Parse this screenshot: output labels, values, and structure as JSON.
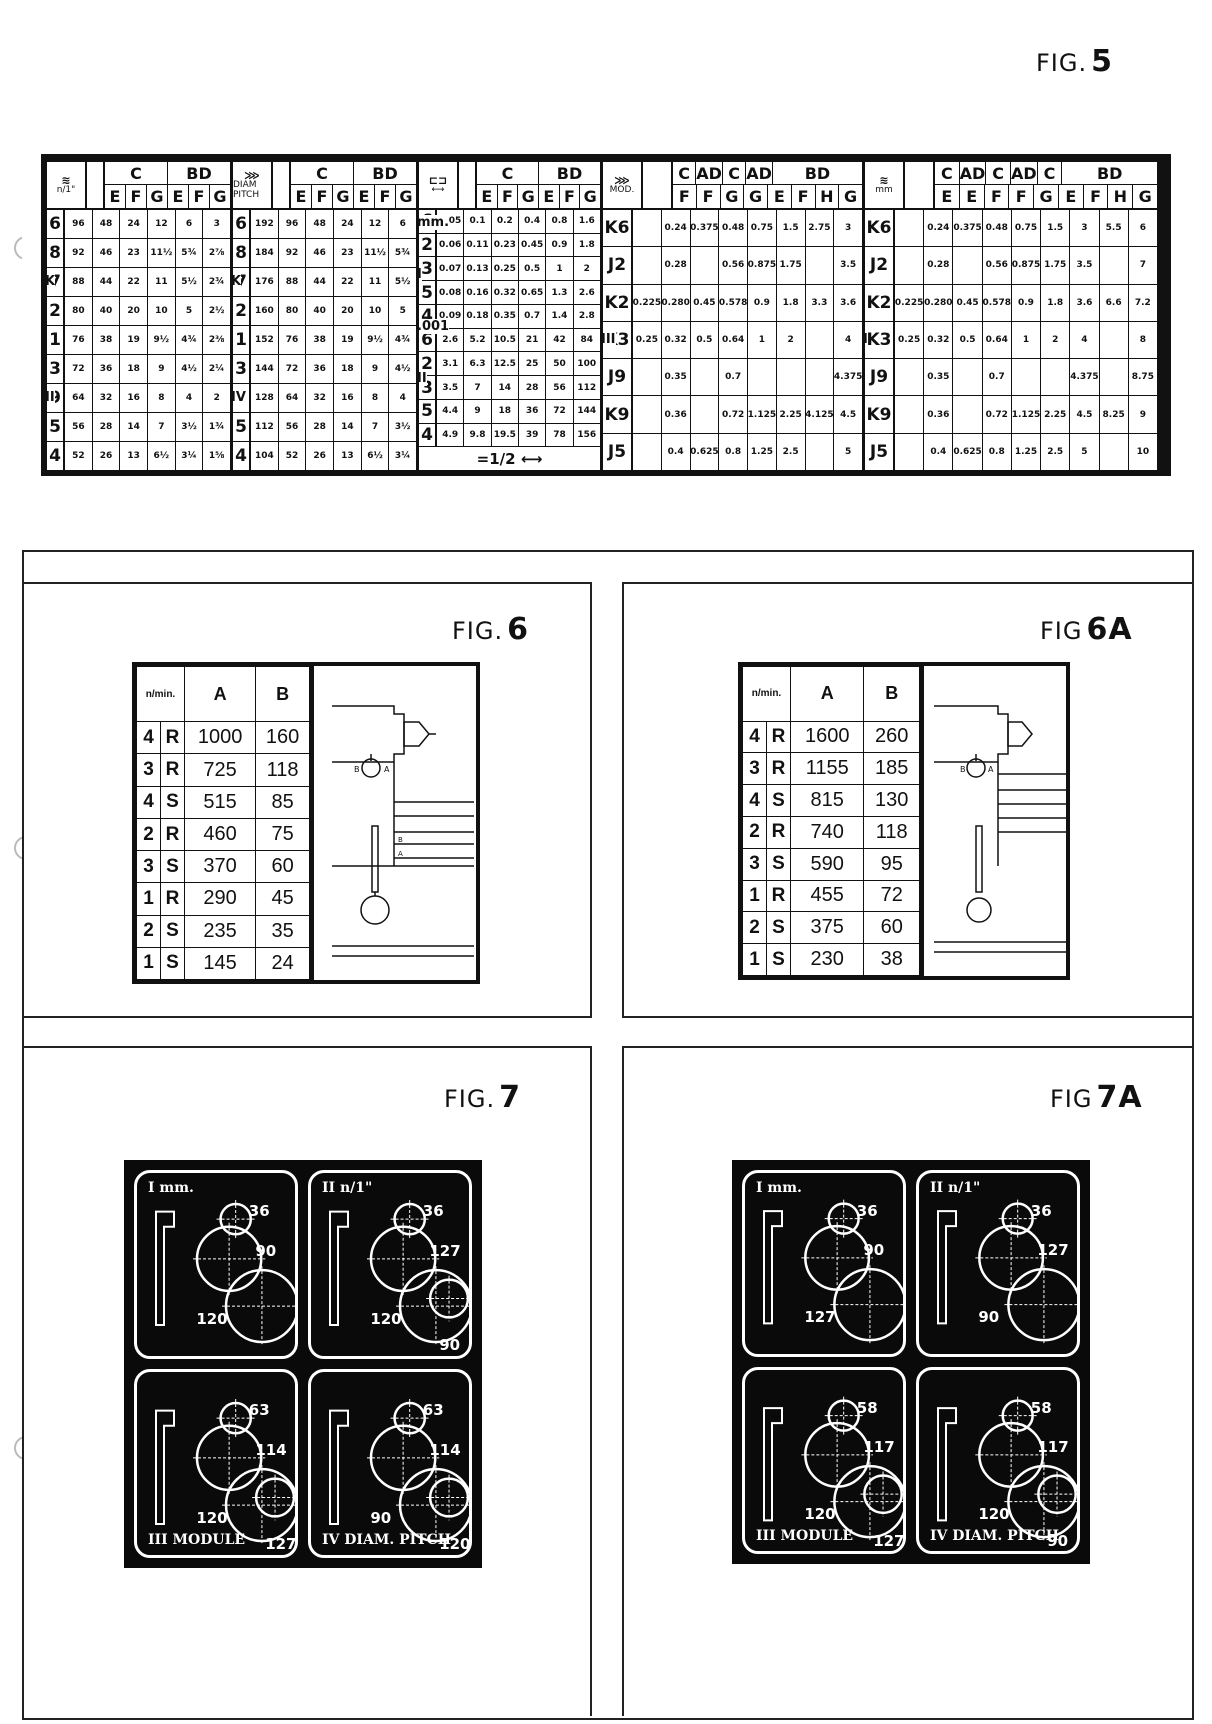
{
  "fig5": {
    "title_prefix": "FIG.",
    "title_num": "5",
    "tables": [
      {
        "id": "inch",
        "unit": "n/1\"",
        "group1": [
          "C",
          "BD"
        ],
        "cols": [
          "E",
          "F",
          "G",
          "E",
          "F",
          "G"
        ],
        "levers": [
          "",
          "",
          "K",
          "",
          "",
          "",
          "II",
          "",
          ""
        ],
        "rows": [
          {
            "k": "6",
            "v": [
              "96",
              "48",
              "24",
              "12",
              "6",
              "3"
            ]
          },
          {
            "k": "8",
            "v": [
              "92",
              "46",
              "23",
              "11½",
              "5¾",
              "2⅞"
            ]
          },
          {
            "k": "7",
            "v": [
              "88",
              "44",
              "22",
              "11",
              "5½",
              "2¾"
            ]
          },
          {
            "k": "2",
            "v": [
              "80",
              "40",
              "20",
              "10",
              "5",
              "2½"
            ]
          },
          {
            "k": "1",
            "v": [
              "76",
              "38",
              "19",
              "9½",
              "4¾",
              "2⅜"
            ]
          },
          {
            "k": "3",
            "v": [
              "72",
              "36",
              "18",
              "9",
              "4½",
              "2¼"
            ]
          },
          {
            "k": "9",
            "v": [
              "64",
              "32",
              "16",
              "8",
              "4",
              "2"
            ]
          },
          {
            "k": "5",
            "v": [
              "56",
              "28",
              "14",
              "7",
              "3½",
              "1¾"
            ]
          },
          {
            "k": "4",
            "v": [
              "52",
              "26",
              "13",
              "6½",
              "3¼",
              "1⅝"
            ]
          }
        ]
      },
      {
        "id": "diam",
        "unit": "DIAM PITCH",
        "group1": [
          "C",
          "BD"
        ],
        "cols": [
          "E",
          "F",
          "G",
          "E",
          "F",
          "G"
        ],
        "levers": [
          "",
          "",
          "K",
          "",
          "",
          "",
          "IV",
          "",
          ""
        ],
        "rows": [
          {
            "k": "6",
            "v": [
              "192",
              "96",
              "48",
              "24",
              "12",
              "6"
            ]
          },
          {
            "k": "8",
            "v": [
              "184",
              "92",
              "46",
              "23",
              "11½",
              "5¾"
            ]
          },
          {
            "k": "7",
            "v": [
              "176",
              "88",
              "44",
              "22",
              "11",
              "5½"
            ]
          },
          {
            "k": "2",
            "v": [
              "160",
              "80",
              "40",
              "20",
              "10",
              "5"
            ]
          },
          {
            "k": "1",
            "v": [
              "152",
              "76",
              "38",
              "19",
              "9½",
              "4¾"
            ]
          },
          {
            "k": "3",
            "v": [
              "144",
              "72",
              "36",
              "18",
              "9",
              "4½"
            ]
          },
          {
            "k": "9",
            "v": [
              "128",
              "64",
              "32",
              "16",
              "8",
              "4"
            ]
          },
          {
            "k": "5",
            "v": [
              "112",
              "56",
              "28",
              "14",
              "7",
              "3½"
            ]
          },
          {
            "k": "4",
            "v": [
              "104",
              "52",
              "26",
              "13",
              "6½",
              "3¼"
            ]
          }
        ]
      },
      {
        "id": "feed",
        "unit": "⟷",
        "group1": [
          "C",
          "BD"
        ],
        "cols": [
          "E",
          "F",
          "G",
          "E",
          "F",
          "G"
        ],
        "levers": [
          "mm.",
          "",
          "I",
          "",
          ".001",
          "",
          "II",
          "",
          ""
        ],
        "rows": [
          {
            "k": "6",
            "v": [
              "0.05",
              "0.1",
              "0.2",
              "0.4",
              "0.8",
              "1.6"
            ]
          },
          {
            "k": "2",
            "v": [
              "0.06",
              "0.11",
              "0.23",
              "0.45",
              "0.9",
              "1.8"
            ]
          },
          {
            "k": "3",
            "v": [
              "0.07",
              "0.13",
              "0.25",
              "0.5",
              "1",
              "2"
            ]
          },
          {
            "k": "5",
            "v": [
              "0.08",
              "0.16",
              "0.32",
              "0.65",
              "1.3",
              "2.6"
            ]
          },
          {
            "k": "4",
            "v": [
              "0.09",
              "0.18",
              "0.35",
              "0.7",
              "1.4",
              "2.8"
            ]
          },
          {
            "k": "6",
            "v": [
              "2.6",
              "5.2",
              "10.5",
              "21",
              "42",
              "84"
            ]
          },
          {
            "k": "2",
            "v": [
              "3.1",
              "6.3",
              "12.5",
              "25",
              "50",
              "100"
            ]
          },
          {
            "k": "3",
            "v": [
              "3.5",
              "7",
              "14",
              "28",
              "56",
              "112"
            ]
          },
          {
            "k": "5",
            "v": [
              "4.4",
              "9",
              "18",
              "36",
              "72",
              "144"
            ]
          },
          {
            "k": "4",
            "v": [
              "4.9",
              "9.8",
              "19.5",
              "39",
              "78",
              "156"
            ]
          }
        ],
        "footer": "=1/2 ⟷"
      },
      {
        "id": "module",
        "unit": "MOD.",
        "group1": [
          "C",
          "AD",
          "C",
          "AD",
          "BD"
        ],
        "cols": [
          "F",
          "F",
          "G",
          "G",
          "E",
          "F",
          "H",
          "G"
        ],
        "levers": [
          "",
          "",
          "",
          "III",
          "",
          "",
          ""
        ],
        "rows": [
          {
            "k": "K6",
            "v": [
              "",
              "0.24",
              "0.375",
              "0.48",
              "0.75",
              "1.5",
              "2.75",
              "3"
            ]
          },
          {
            "k": "J2",
            "v": [
              "",
              "0.28",
              "",
              "0.56",
              "0.875",
              "1.75",
              "",
              "3.5"
            ]
          },
          {
            "k": "K2",
            "v": [
              "0.225",
              "0.280",
              "0.45",
              "0.578",
              "0.9",
              "1.8",
              "3.3",
              "3.6"
            ]
          },
          {
            "k": "K3",
            "v": [
              "0.25",
              "0.32",
              "0.5",
              "0.64",
              "1",
              "2",
              "",
              "4"
            ]
          },
          {
            "k": "J9",
            "v": [
              "",
              "0.35",
              "",
              "0.7",
              "",
              "",
              "",
              "4.375"
            ]
          },
          {
            "k": "K9",
            "v": [
              "",
              "0.36",
              "",
              "0.72",
              "1.125",
              "2.25",
              "4.125",
              "4.5"
            ]
          },
          {
            "k": "J5",
            "v": [
              "",
              "0.4",
              "0.625",
              "0.8",
              "1.25",
              "2.5",
              "",
              "5"
            ]
          }
        ]
      },
      {
        "id": "metric",
        "unit": "mm",
        "group1": [
          "C",
          "AD",
          "C",
          "AD",
          "C",
          "BD"
        ],
        "cols": [
          "E",
          "E",
          "F",
          "F",
          "G",
          "E",
          "F",
          "H",
          "G"
        ],
        "levers": [
          "",
          "",
          "",
          "I",
          "",
          "",
          ""
        ],
        "rows": [
          {
            "k": "K6",
            "v": [
              "",
              "0.24",
              "0.375",
              "0.48",
              "0.75",
              "1.5",
              "3",
              "5.5",
              "6"
            ]
          },
          {
            "k": "J2",
            "v": [
              "",
              "0.28",
              "",
              "0.56",
              "0.875",
              "1.75",
              "3.5",
              "",
              "7"
            ]
          },
          {
            "k": "K2",
            "v": [
              "0.225",
              "0.280",
              "0.45",
              "0.578",
              "0.9",
              "1.8",
              "3.6",
              "6.6",
              "7.2"
            ]
          },
          {
            "k": "K3",
            "v": [
              "0.25",
              "0.32",
              "0.5",
              "0.64",
              "1",
              "2",
              "4",
              "",
              "8"
            ]
          },
          {
            "k": "J9",
            "v": [
              "",
              "0.35",
              "",
              "0.7",
              "",
              "",
              "4.375",
              "",
              "8.75"
            ]
          },
          {
            "k": "K9",
            "v": [
              "",
              "0.36",
              "",
              "0.72",
              "1.125",
              "2.25",
              "4.5",
              "8.25",
              "9"
            ]
          },
          {
            "k": "J5",
            "v": [
              "",
              "0.4",
              "0.625",
              "0.8",
              "1.25",
              "2.5",
              "5",
              "",
              "10"
            ]
          }
        ]
      }
    ]
  },
  "fig6": {
    "title_prefix": "FIG.",
    "title_num": "6",
    "head": [
      "n/min.",
      "A",
      "B"
    ],
    "rows": [
      {
        "n": "4",
        "l": "R",
        "a": "1000",
        "b": "160"
      },
      {
        "n": "3",
        "l": "R",
        "a": "725",
        "b": "118"
      },
      {
        "n": "4",
        "l": "S",
        "a": "515",
        "b": "85"
      },
      {
        "n": "2",
        "l": "R",
        "a": "460",
        "b": "75"
      },
      {
        "n": "3",
        "l": "S",
        "a": "370",
        "b": "60"
      },
      {
        "n": "1",
        "l": "R",
        "a": "290",
        "b": "45"
      },
      {
        "n": "2",
        "l": "S",
        "a": "235",
        "b": "35"
      },
      {
        "n": "1",
        "l": "S",
        "a": "145",
        "b": "24"
      }
    ]
  },
  "fig6a": {
    "title_prefix": "FIG",
    "title_num": "6A",
    "head": [
      "n/min.",
      "A",
      "B"
    ],
    "rows": [
      {
        "n": "4",
        "l": "R",
        "a": "1600",
        "b": "260"
      },
      {
        "n": "3",
        "l": "R",
        "a": "1155",
        "b": "185"
      },
      {
        "n": "4",
        "l": "S",
        "a": "815",
        "b": "130"
      },
      {
        "n": "2",
        "l": "R",
        "a": "740",
        "b": "118"
      },
      {
        "n": "3",
        "l": "S",
        "a": "590",
        "b": "95"
      },
      {
        "n": "1",
        "l": "R",
        "a": "455",
        "b": "72"
      },
      {
        "n": "2",
        "l": "S",
        "a": "375",
        "b": "60"
      },
      {
        "n": "1",
        "l": "S",
        "a": "230",
        "b": "38"
      }
    ]
  },
  "fig7": {
    "title_prefix": "FIG.",
    "title_num": "7",
    "quads": [
      {
        "label": "I   mm.",
        "gears": [
          "36",
          "90",
          "120"
        ]
      },
      {
        "label": "II  n/1\"",
        "gears": [
          "36",
          "127",
          "120",
          "90"
        ]
      },
      {
        "label": "III   MODULE",
        "gears": [
          "63",
          "114",
          "120",
          "127"
        ]
      },
      {
        "label": "IV  DIAM. PITCH",
        "gears": [
          "63",
          "114",
          "90",
          "120"
        ]
      }
    ]
  },
  "fig7a": {
    "title_prefix": "FIG",
    "title_num": "7A",
    "quads": [
      {
        "label": "I   mm.",
        "gears": [
          "36",
          "90",
          "127"
        ]
      },
      {
        "label": "II  n/1\"",
        "gears": [
          "36",
          "127",
          "90"
        ]
      },
      {
        "label": "III   MODULE",
        "gears": [
          "58",
          "117",
          "120",
          "127"
        ]
      },
      {
        "label": "IV  DIAM. PITCH",
        "gears": [
          "58",
          "117",
          "120",
          "90"
        ]
      }
    ]
  }
}
